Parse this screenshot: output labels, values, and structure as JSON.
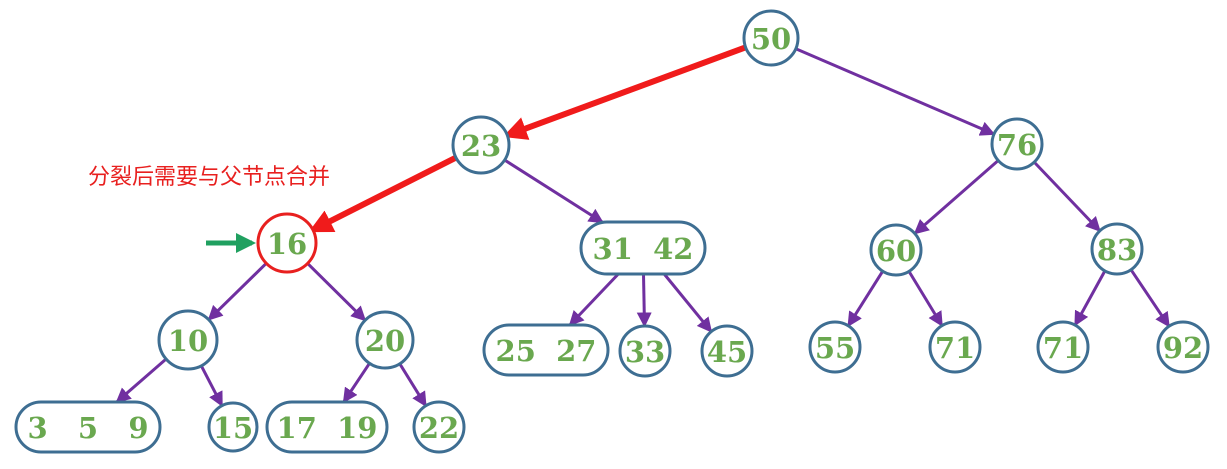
{
  "annotation": "分裂后需要与父节点合并",
  "colors": {
    "node_border": "#3e6e92",
    "highlight_border": "#e8201f",
    "key_text": "#6aa84f",
    "edge": "#7030a0",
    "red_arrow": "#f01b1b",
    "green_arrow": "#20a060",
    "annotation_text": "#e8201f"
  },
  "nodes": [
    {
      "id": "n50",
      "keys": "50"
    },
    {
      "id": "n23",
      "keys": "23"
    },
    {
      "id": "n76",
      "keys": "76"
    },
    {
      "id": "n16",
      "keys": "16",
      "highlight": true
    },
    {
      "id": "n3142",
      "keys": "31  42"
    },
    {
      "id": "n60",
      "keys": "60"
    },
    {
      "id": "n83",
      "keys": "83"
    },
    {
      "id": "n10",
      "keys": "10"
    },
    {
      "id": "n20",
      "keys": "20"
    },
    {
      "id": "n2527",
      "keys": "25  27"
    },
    {
      "id": "n33",
      "keys": "33"
    },
    {
      "id": "n45",
      "keys": "45"
    },
    {
      "id": "n55",
      "keys": "55"
    },
    {
      "id": "n71a",
      "keys": "71"
    },
    {
      "id": "n71b",
      "keys": "71"
    },
    {
      "id": "n92",
      "keys": "92"
    },
    {
      "id": "n359",
      "keys": "3   5   9"
    },
    {
      "id": "n15",
      "keys": "15"
    },
    {
      "id": "n1719",
      "keys": "17  19"
    },
    {
      "id": "n22",
      "keys": "22"
    }
  ],
  "edges": [
    {
      "from": "n50",
      "to": "n23",
      "style": "red"
    },
    {
      "from": "n23",
      "to": "n16",
      "style": "red"
    },
    {
      "from": "n50",
      "to": "n76"
    },
    {
      "from": "n23",
      "to": "n3142"
    },
    {
      "from": "n76",
      "to": "n60"
    },
    {
      "from": "n76",
      "to": "n83"
    },
    {
      "from": "n16",
      "to": "n10"
    },
    {
      "from": "n16",
      "to": "n20"
    },
    {
      "from": "n3142",
      "to": "n2527"
    },
    {
      "from": "n3142",
      "to": "n33"
    },
    {
      "from": "n3142",
      "to": "n45"
    },
    {
      "from": "n60",
      "to": "n55"
    },
    {
      "from": "n60",
      "to": "n71a"
    },
    {
      "from": "n83",
      "to": "n71b"
    },
    {
      "from": "n83",
      "to": "n92"
    },
    {
      "from": "n10",
      "to": "n359"
    },
    {
      "from": "n10",
      "to": "n15"
    },
    {
      "from": "n20",
      "to": "n1719"
    },
    {
      "from": "n20",
      "to": "n22"
    }
  ]
}
